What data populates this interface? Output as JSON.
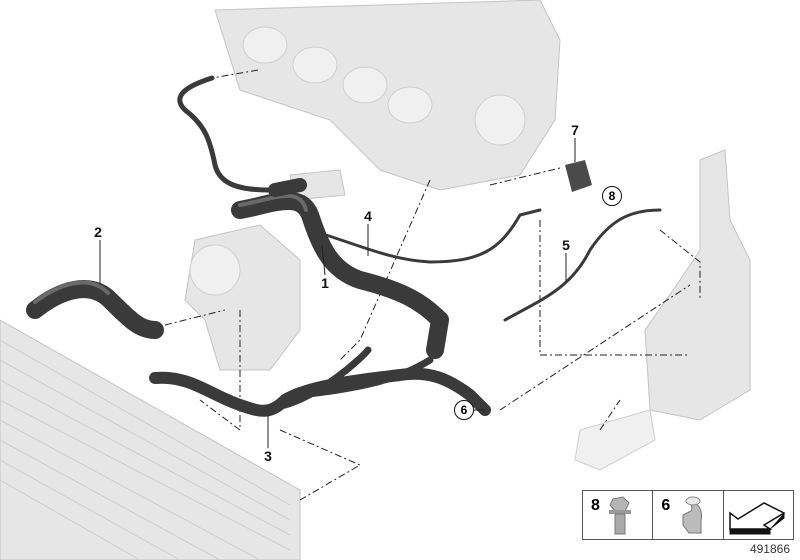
{
  "callouts": {
    "c1": "1",
    "c2": "2",
    "c3": "3",
    "c4": "4",
    "c5": "5",
    "c6": "6",
    "c7": "7",
    "c8": "8"
  },
  "legend": {
    "bolt_number": "8",
    "clip_number": "6"
  },
  "diagram_id": "491866",
  "icons": [
    "bolt-icon",
    "clip-icon",
    "direction-arrow-icon"
  ]
}
